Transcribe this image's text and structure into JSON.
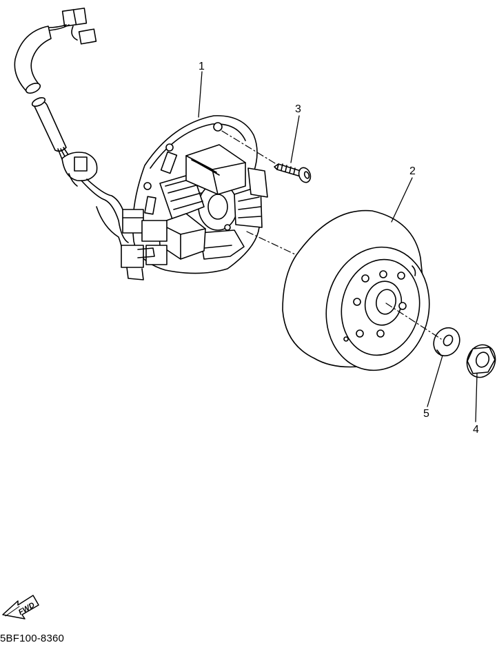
{
  "callouts": {
    "p1": "1",
    "p2": "2",
    "p3": "3",
    "p4": "4",
    "p5": "5"
  },
  "fwd_label": "FWD",
  "diagram_code": "5BF100-8360"
}
